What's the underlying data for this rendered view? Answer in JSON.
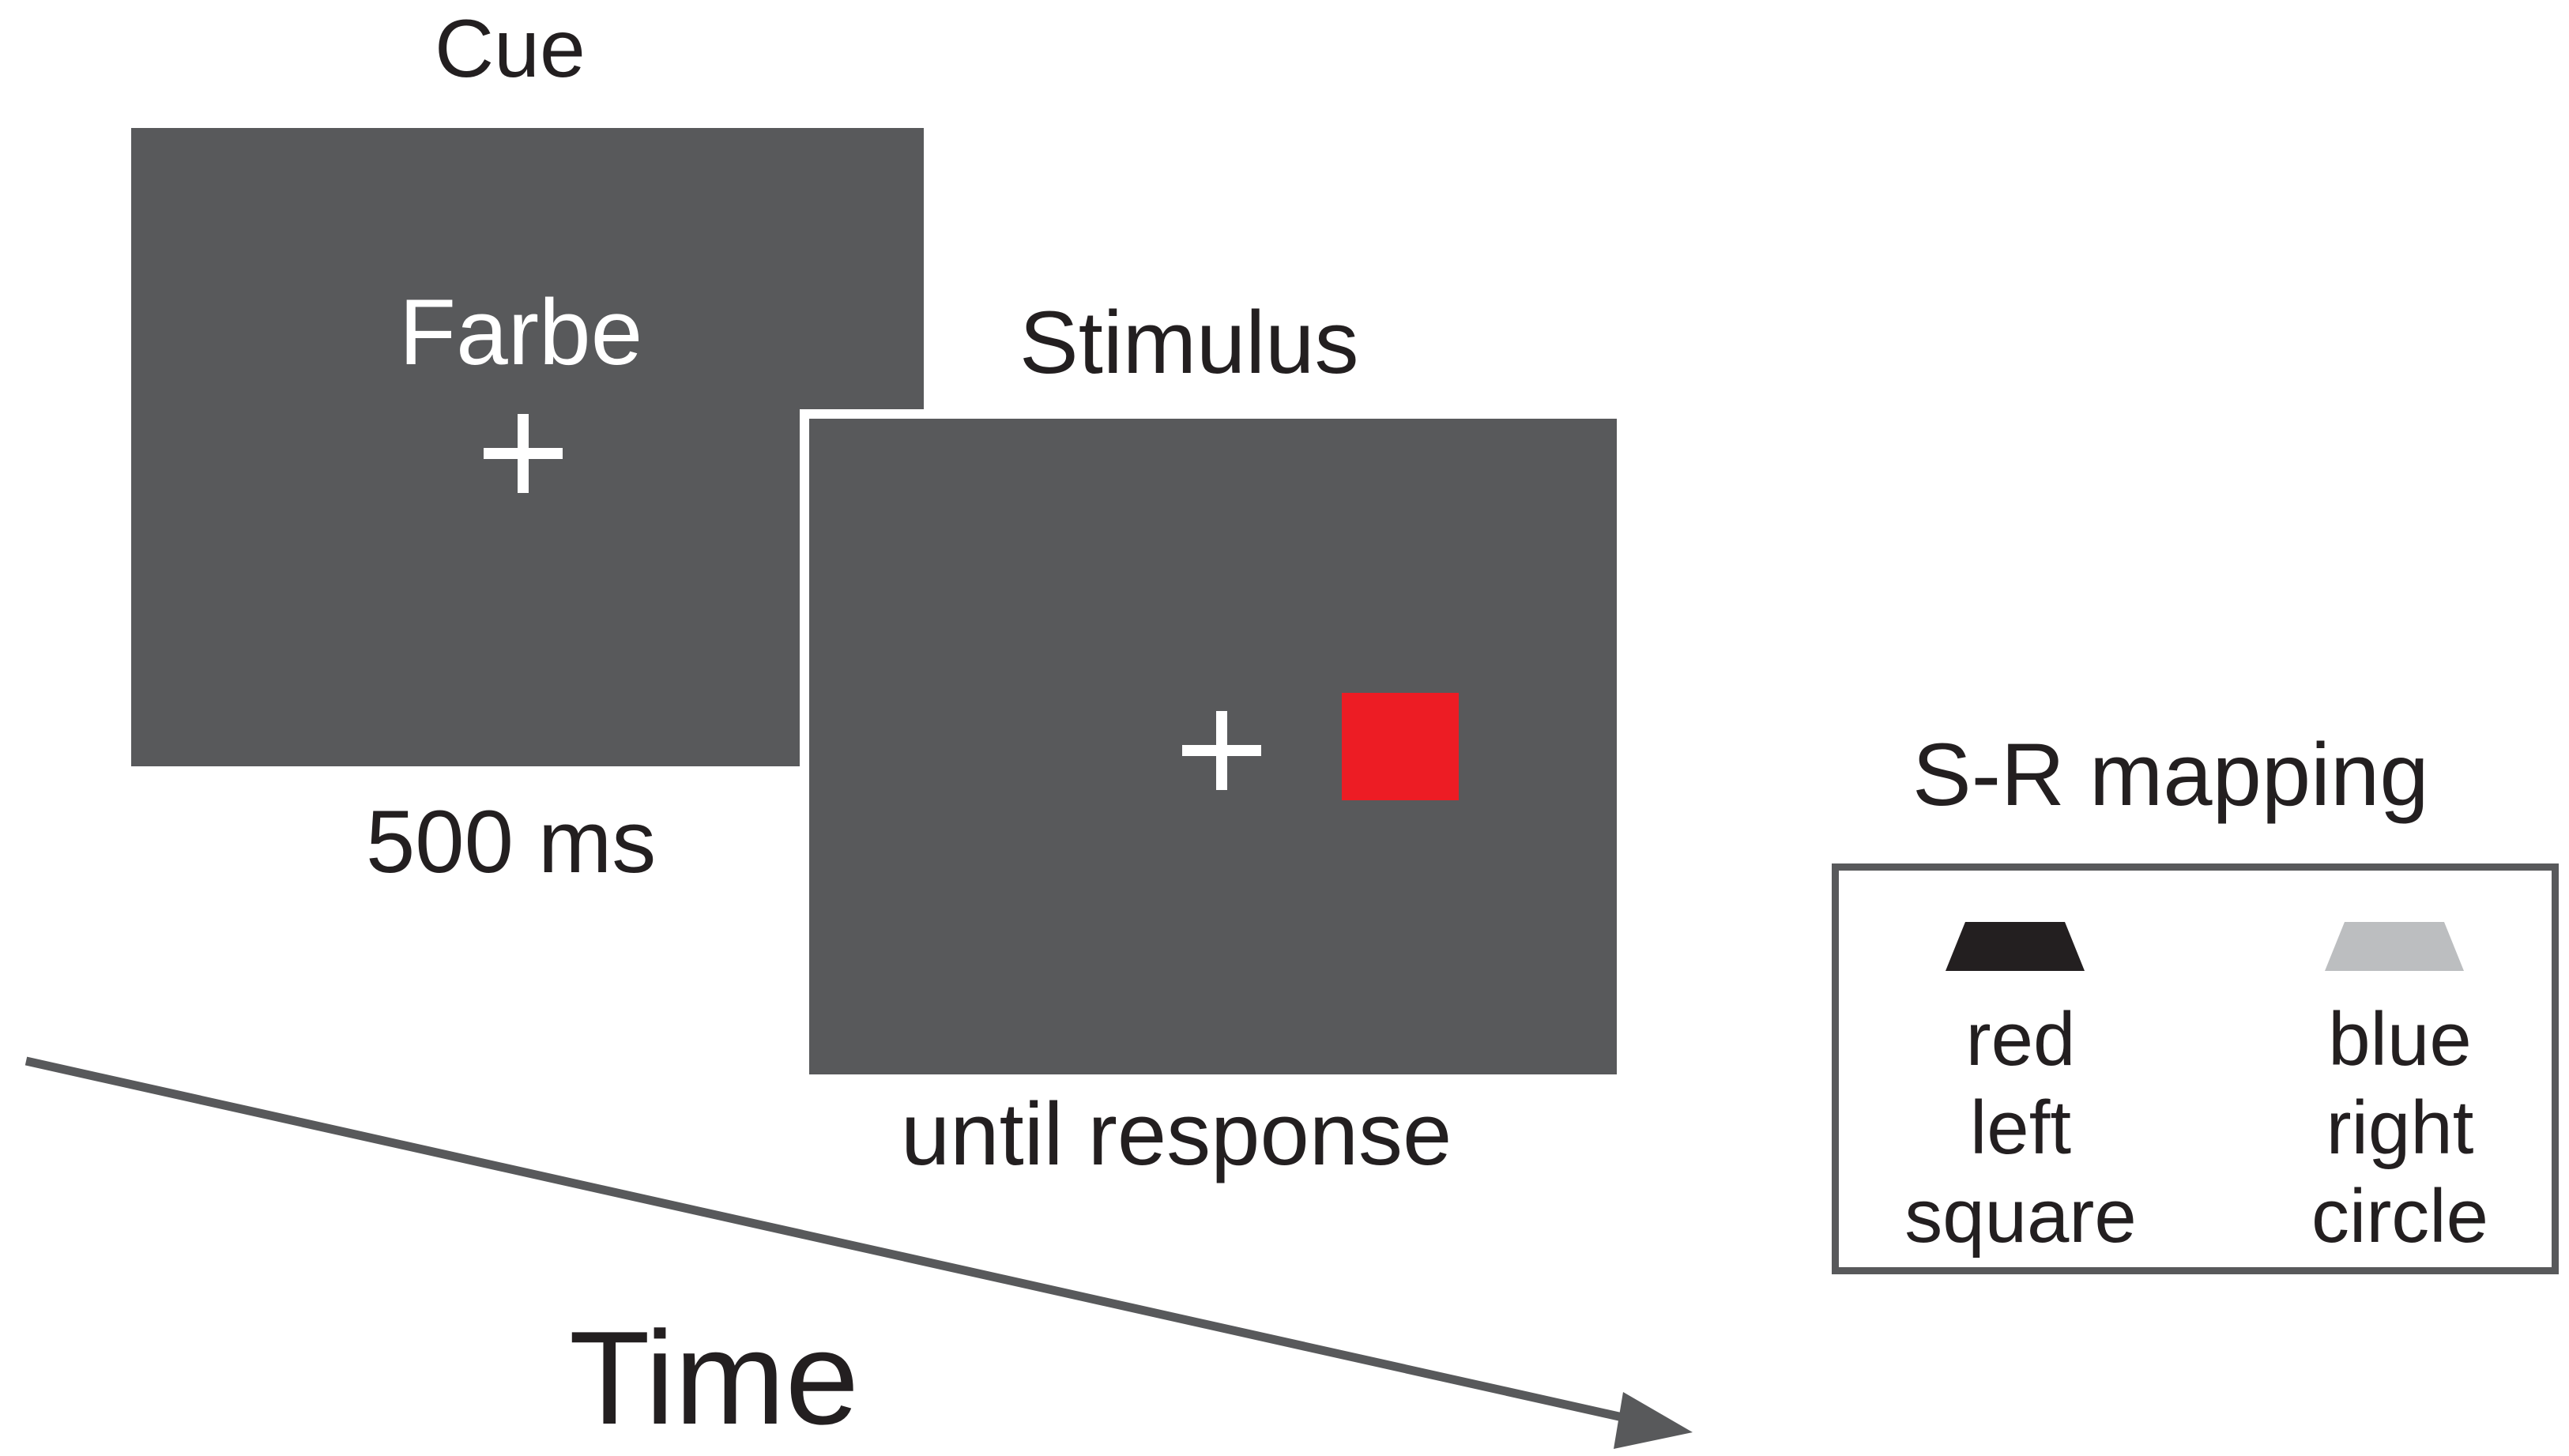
{
  "cue": {
    "title": "Cue",
    "word": "Farbe",
    "duration": "500 ms"
  },
  "stimulus": {
    "title": "Stimulus",
    "duration": "until response",
    "target_color": "#ed1c24"
  },
  "time_label": "Time",
  "mapping": {
    "title": "S-R mapping",
    "left_key": {
      "color": "#231f20",
      "lines": [
        "red",
        "left",
        "square"
      ]
    },
    "right_key": {
      "color": "#bcbec0",
      "lines": [
        "blue",
        "right",
        "circle"
      ]
    }
  },
  "colors": {
    "screen": "#58595b",
    "text": "#231f20",
    "arrow": "#58595b"
  }
}
